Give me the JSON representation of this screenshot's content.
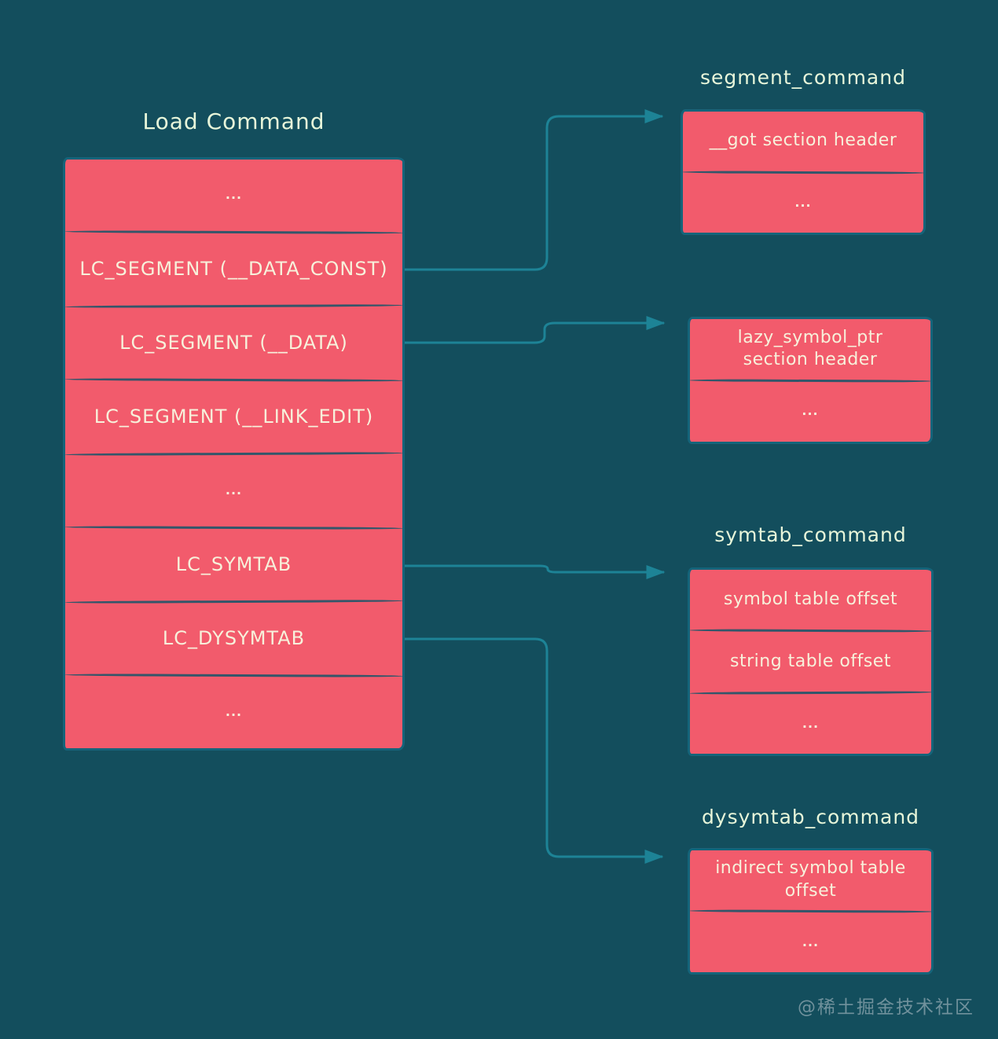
{
  "load_command": {
    "title": "Load Command",
    "rows": [
      "...",
      "LC_SEGMENT (__DATA_CONST)",
      "LC_SEGMENT (__DATA)",
      "LC_SEGMENT (__LINK_EDIT)",
      "...",
      "LC_SYMTAB",
      "LC_DYSYMTAB",
      "..."
    ]
  },
  "segment_command": {
    "title": "segment_command",
    "rows": [
      "__got section header",
      "..."
    ]
  },
  "lazy_symbol_section": {
    "rows": [
      "lazy_symbol_ptr section header",
      "..."
    ]
  },
  "symtab_command": {
    "title": "symtab_command",
    "rows": [
      "symbol table offset",
      "string table offset",
      "..."
    ]
  },
  "dysymtab_command": {
    "title": "dysymtab_command",
    "rows": [
      "indirect symbol table offset",
      "..."
    ]
  },
  "watermark": "@稀土掘金技术社区",
  "colors": {
    "background": "#134E5D",
    "box_fill": "#F25B6C",
    "box_border": "#15647A",
    "divider": "#33566A",
    "arrow": "#1D8396",
    "title_text": "#E7F6DA",
    "box_text": "#F7F1DB",
    "watermark_color": "#AEBEC6"
  }
}
